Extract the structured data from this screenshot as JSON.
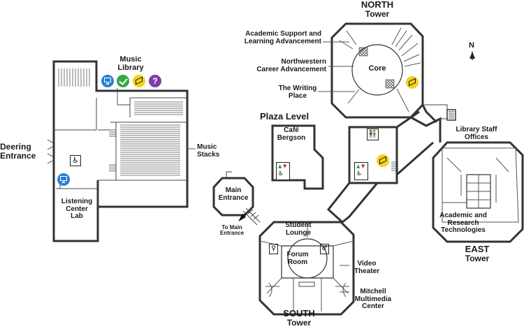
{
  "labels": {
    "north_tower_1": "NORTH",
    "north_tower_2": "Tower",
    "south_tower_1": "SOUTH",
    "south_tower_2": "Tower",
    "east_tower_1": "EAST",
    "east_tower_2": "Tower",
    "plaza_level": "Plaza Level",
    "music_library_1": "Music",
    "music_library_2": "Library",
    "deering_1": "Deering",
    "deering_2": "Entrance",
    "music_stacks_1": "Music",
    "music_stacks_2": "Stacks",
    "listening_1": "Listening",
    "listening_2": "Center",
    "listening_3": "Lab",
    "academic_support_1": "Academic Support and",
    "academic_support_2": "Learning Advancement",
    "nw_career_1": "Northwestern",
    "nw_career_2": "Career Advancement",
    "writing_place_1": "The Writing",
    "writing_place_2": "Place",
    "core": "Core",
    "cafe_1": "Café",
    "cafe_2": "Bergson",
    "main_entrance_1": "Main",
    "main_entrance_2": "Entrance",
    "to_main_1": "To Main",
    "to_main_2": "Entrance",
    "student_lounge_1": "Student",
    "student_lounge_2": "Lounge",
    "forum_room_1": "Forum",
    "forum_room_2": "Room",
    "video_theater_1": "Video",
    "video_theater_2": "Theater",
    "mitchell_1": "Mitchell",
    "mitchell_2": "Multimedia",
    "mitchell_3": "Center",
    "staff_offices_1": "Library Staff",
    "staff_offices_2": "Offices",
    "art_1": "Academic and",
    "art_2": "Research",
    "art_3": "Technologies",
    "compass": "N"
  },
  "colors": {
    "wall": "#333333",
    "computer_blue": "#2b7fd3",
    "check_green": "#35a845",
    "pay_yellow": "#f2d21e",
    "help_purple": "#7b3fa6",
    "elevator_up": "#2e9e45",
    "elevator_down": "#d62b2b"
  },
  "icons": [
    "computer-icon",
    "checkmark-icon",
    "print-icon",
    "help-icon",
    "accessible-icon",
    "restroom-icon",
    "elevator-icon"
  ]
}
